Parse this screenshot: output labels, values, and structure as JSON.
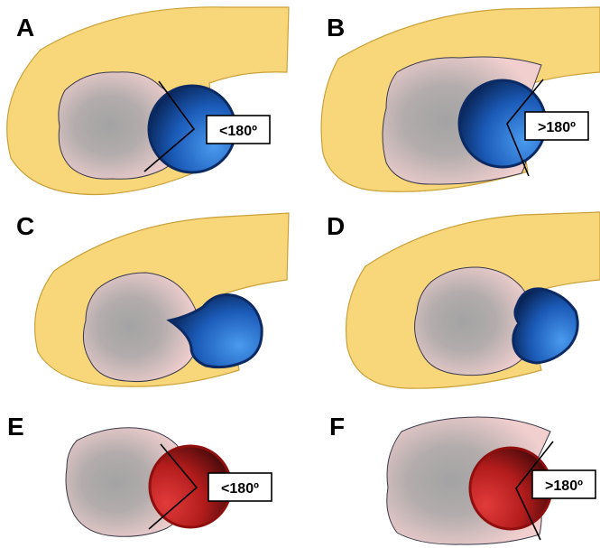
{
  "panels": [
    {
      "letter": "A",
      "angle_label": "<180º"
    },
    {
      "letter": "B",
      "angle_label": ">180º"
    },
    {
      "letter": "C",
      "angle_label": ""
    },
    {
      "letter": "D",
      "angle_label": ""
    },
    {
      "letter": "E",
      "angle_label": "<180º"
    },
    {
      "letter": "F",
      "angle_label": ">180º"
    }
  ],
  "colors": {
    "pancreas": "#f8d67a",
    "pancreas_edge": "#c9a13a",
    "tumor_center": "#a3a3a3",
    "tumor_edge": "#f2cfcf",
    "vein_light": "#3d8ae0",
    "vein_dark": "#0a2f6e",
    "vein_stroke": "#0b2a63",
    "artery_light": "#e03a3a",
    "artery_dark": "#5c0b0b",
    "artery_stroke": "#8f0f0f"
  }
}
